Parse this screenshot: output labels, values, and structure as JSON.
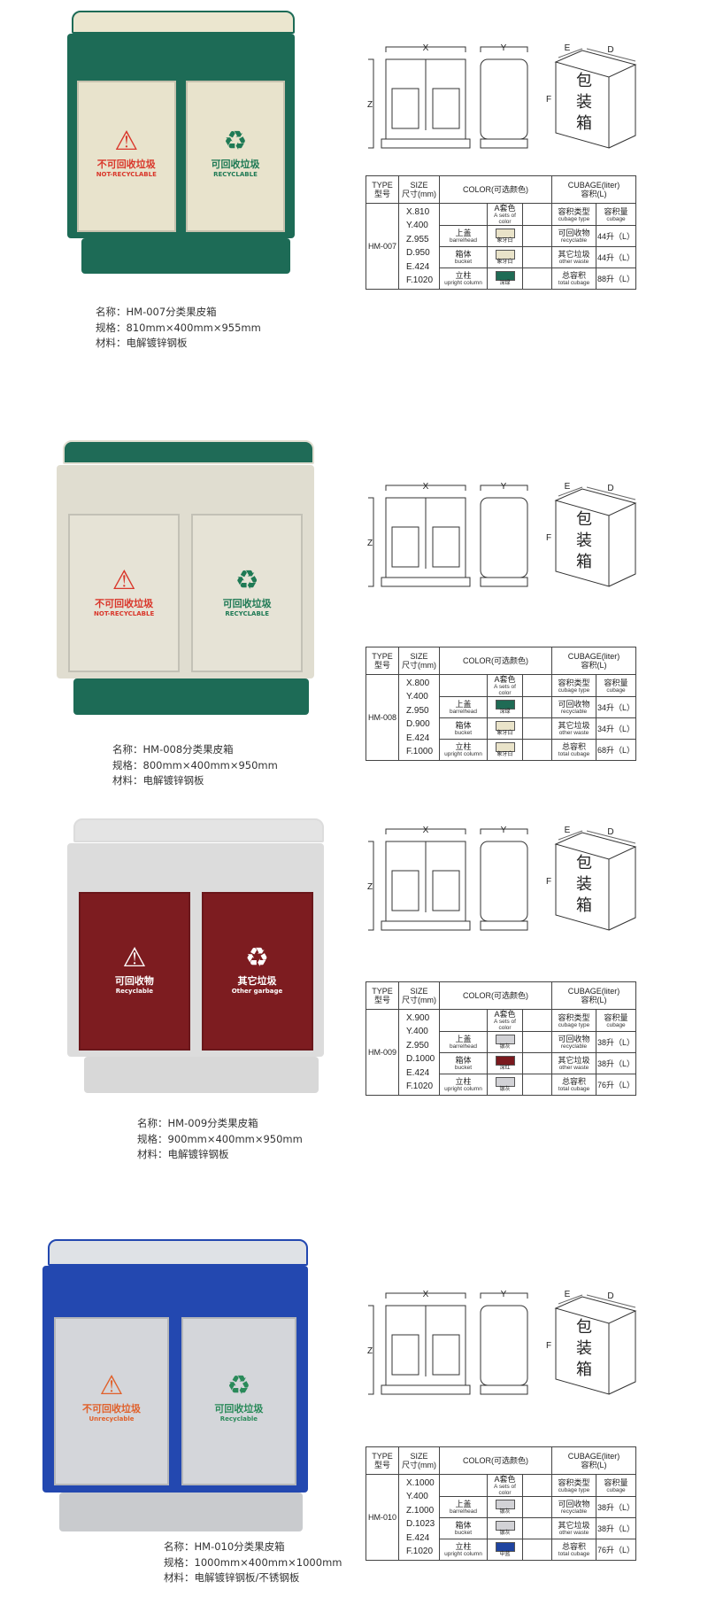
{
  "table_headers": {
    "type": "TYPE",
    "type_cn": "型号",
    "size": "SIZE",
    "size_cn": "尺寸(mm)",
    "color": "COLOR(可选颜色)",
    "cubage": "CUBAGE(liter)",
    "cubage_cn": "容积(L)",
    "set": "A套色",
    "set_en": "A sets of color",
    "cubage_type": "容积类型",
    "cubage_type_en": "cubage type",
    "cubage_amount": "容积量",
    "cubage_amount_en": "cubage"
  },
  "parts": [
    {
      "cn": "上盖",
      "en": "barrelhead"
    },
    {
      "cn": "箱体",
      "en": "bucket"
    },
    {
      "cn": "立柱",
      "en": "upright column"
    }
  ],
  "cubage_types": [
    {
      "cn": "可回收物",
      "en": "recyclable"
    },
    {
      "cn": "其它垃圾",
      "en": "other waste"
    },
    {
      "cn": "总容积",
      "en": "total cubage"
    }
  ],
  "diagram_labels": {
    "x": "X",
    "y": "Y",
    "z": "Z",
    "e": "E",
    "d": "D",
    "f": "F",
    "box": [
      "包",
      "装",
      "箱"
    ]
  },
  "products": [
    {
      "type": "HM-007",
      "sizes": [
        "X.810",
        "Y.400",
        "Z.955",
        "D.950",
        "E.424",
        "F.1020"
      ],
      "colors": [
        {
          "name": "象牙白",
          "hex": "#e9e3c9"
        },
        {
          "name": "象牙白",
          "hex": "#e9e3c9"
        },
        {
          "name": "深绿",
          "hex": "#1f6b55"
        }
      ],
      "cubage": [
        "44升（L）",
        "44升（L）",
        "88升（L）"
      ],
      "caption": [
        "名称：HM-007分类果皮箱",
        "规格：810mm×400mm×955mm",
        "材料：电解镀锌钢板"
      ],
      "photo": {
        "frame": "#1d6b56",
        "door": "#e8e3cc",
        "roof": "#ebe6cf",
        "left_label": [
          "不可回收垃圾",
          "NOT-RECYCLABLE"
        ],
        "right_label": [
          "可回收垃圾",
          "RECYCLABLE"
        ],
        "left_color": "#d9362a",
        "right_color": "#1f7a55"
      }
    },
    {
      "type": "HM-008",
      "sizes": [
        "X.800",
        "Y.400",
        "Z.950",
        "D.900",
        "E.424",
        "F.1000"
      ],
      "colors": [
        {
          "name": "深绿",
          "hex": "#1f6b55"
        },
        {
          "name": "象牙白",
          "hex": "#e9e3c9"
        },
        {
          "name": "象牙白",
          "hex": "#e9e3c9"
        }
      ],
      "cubage": [
        "34升（L）",
        "34升（L）",
        "68升（L）"
      ],
      "caption": [
        "名称：HM-008分类果皮箱",
        "规格：800mm×400mm×950mm",
        "材料：电解镀锌钢板"
      ],
      "photo": {
        "frame": "#e0ddd0",
        "door": "#e6e3d6",
        "roof": "#1f6b57",
        "left_label": [
          "不可回收垃圾",
          "NOT-RECYCLABLE"
        ],
        "right_label": [
          "可回收垃圾",
          "RECYCLABLE"
        ],
        "left_color": "#d9362a",
        "right_color": "#1f7a55"
      }
    },
    {
      "type": "HM-009",
      "sizes": [
        "X.900",
        "Y.400",
        "Z.950",
        "D.1000",
        "E.424",
        "F.1020"
      ],
      "colors": [
        {
          "name": "银灰",
          "hex": "#d2d2d6"
        },
        {
          "name": "深红",
          "hex": "#7a1a1e"
        },
        {
          "name": "银灰",
          "hex": "#d2d2d6"
        }
      ],
      "cubage": [
        "38升（L）",
        "38升（L）",
        "76升（L）"
      ],
      "caption": [
        "名称：HM-009分类果皮箱",
        "规格：900mm×400mm×950mm",
        "材料：电解镀锌钢板"
      ],
      "photo": {
        "frame": "#dcdcdc",
        "door": "#7d1c20",
        "roof": "#e4e4e4",
        "left_label": [
          "可回收物",
          "Recyclable"
        ],
        "right_label": [
          "其它垃圾",
          "Other garbage"
        ],
        "left_color": "#ffffff",
        "right_color": "#ffffff"
      }
    },
    {
      "type": "HM-010",
      "sizes": [
        "X.1000",
        "Y.400",
        "Z.1000",
        "D.1023",
        "E.424",
        "F.1020"
      ],
      "colors": [
        {
          "name": "银灰",
          "hex": "#d2d2d6"
        },
        {
          "name": "银灰",
          "hex": "#d2d2d6"
        },
        {
          "name": "中蓝",
          "hex": "#1f44a0"
        }
      ],
      "cubage": [
        "38升（L）",
        "38升（L）",
        "76升（L）"
      ],
      "caption": [
        "名称：HM-010分类果皮箱",
        "规格：1000mm×400mm×1000mm",
        "材料：电解镀锌钢板/不锈钢板"
      ],
      "photo": {
        "frame": "#2348b0",
        "door": "#d4d6da",
        "roof": "#dfe2e6",
        "left_label": [
          "不可回收垃圾",
          "Unrecyclable"
        ],
        "right_label": [
          "可回收垃圾",
          "Recyclable"
        ],
        "left_color": "#e0602a",
        "right_color": "#2a8a5a"
      }
    }
  ]
}
